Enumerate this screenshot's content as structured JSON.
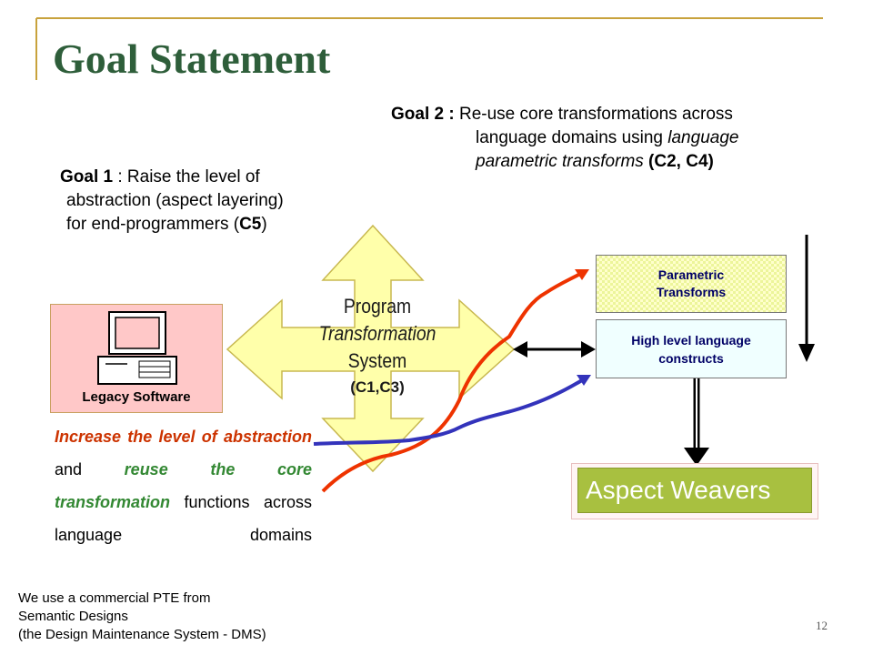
{
  "title": "Goal Statement",
  "goal1": {
    "label": "Goal 1",
    "sep": " : ",
    "line1": "Raise the level  of",
    "line2": "abstraction (aspect  layering)",
    "line3_text": "for end-programmers  (",
    "line3_bold": "C5",
    "line3_end": ")"
  },
  "goal2": {
    "label": "Goal 2",
    "sep": " : ",
    "line1": "Re-use core transformations across",
    "line2_text": "language domains using ",
    "line2_italic": "language",
    "line3_italic": "parametric transforms",
    "line3_bold": " (C2, C4)"
  },
  "center": {
    "line1": "Program",
    "line2": "Transformation",
    "line3": "System",
    "line4": "(C1,C3)"
  },
  "legacy": {
    "label": "Legacy Software"
  },
  "parametric": {
    "line1": "Parametric",
    "line2": "Transforms"
  },
  "high_level": {
    "line1": "High level language",
    "line2": "constructs"
  },
  "weavers": {
    "label": "Aspect Weavers"
  },
  "paragraph": {
    "p1": "Increase the level of abstraction",
    "p2": " and ",
    "p3": "reuse the core transformation",
    "p4": " functions across language domains"
  },
  "footer": {
    "line1": "We use a commercial PTE from",
    "line2": "Semantic Designs",
    "line3": "(the Design Maintenance System - DMS)"
  },
  "page_number": "12",
  "colors": {
    "title": "#2e5e3a",
    "frame": "#c8a23c",
    "cross_fill": "#ffffaa",
    "red_line": "#ee3300",
    "blue_line": "#3333bb",
    "legacy_bg": "#ffc8c8",
    "weavers_bg": "#a8c040"
  }
}
